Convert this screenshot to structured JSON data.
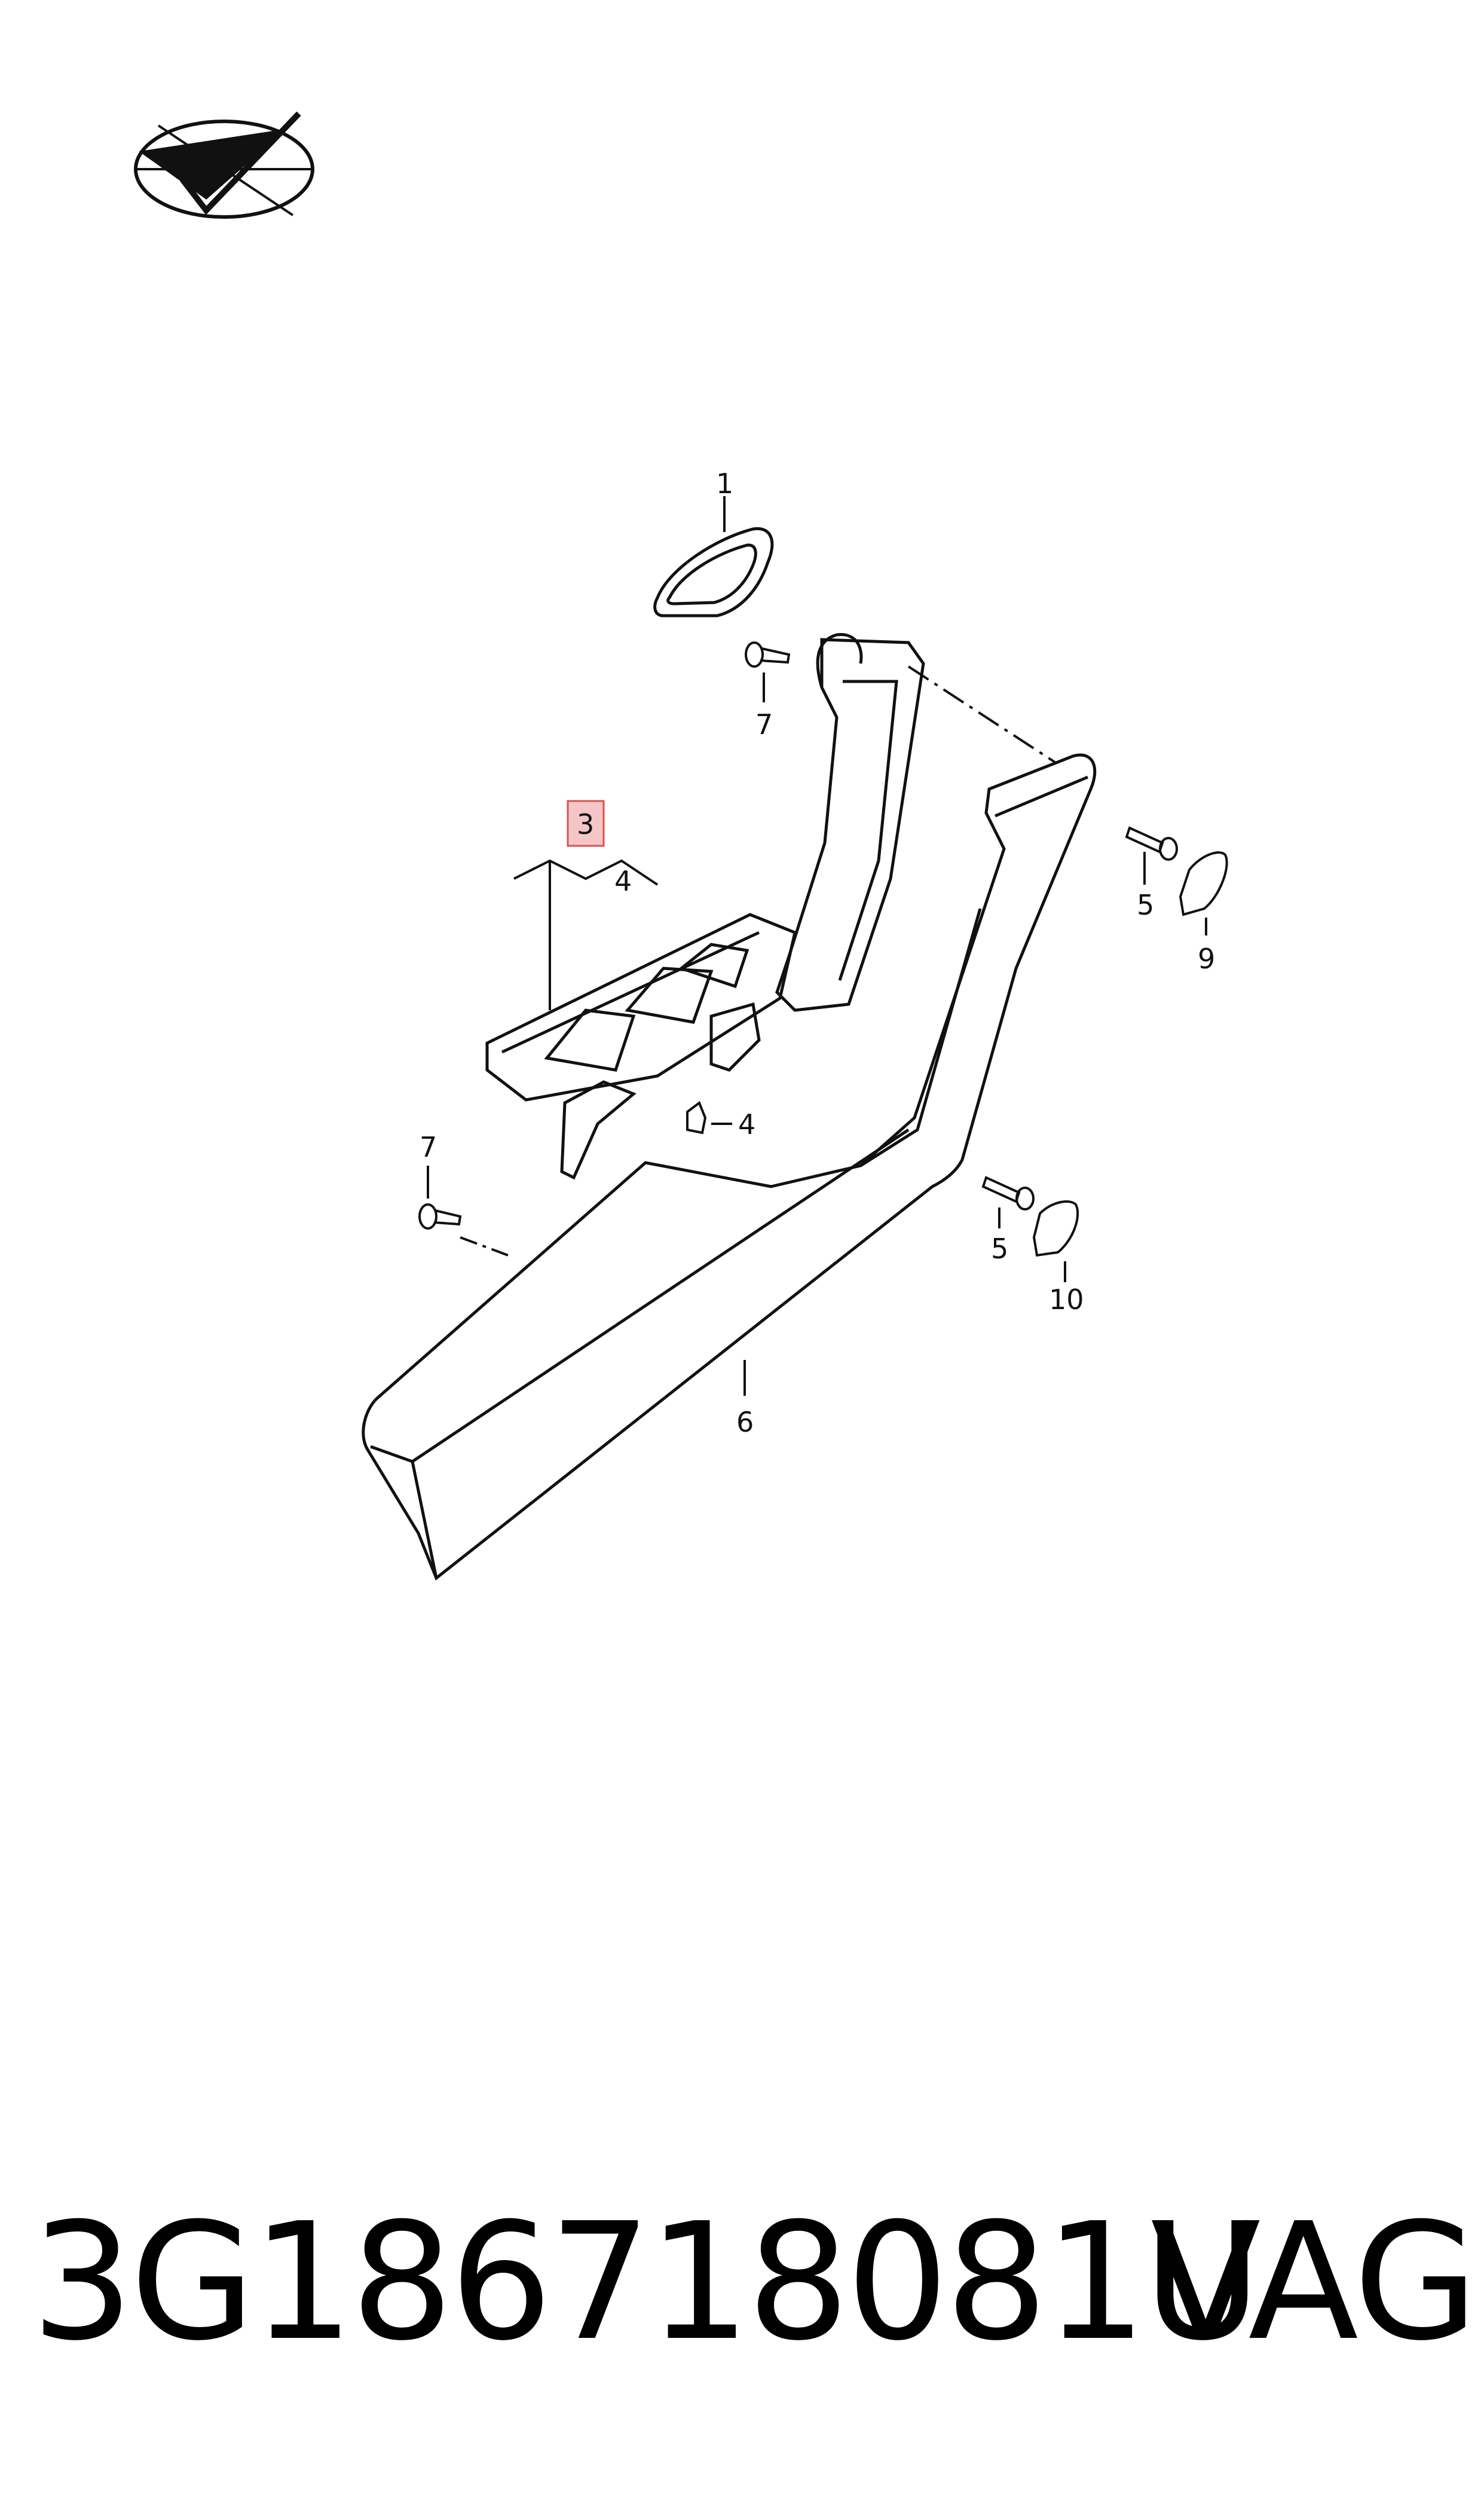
{
  "colors": {
    "line": "#111111",
    "highlight_fill": "#f4c6c8",
    "highlight_border": "#d9534f"
  },
  "logo": {
    "icon": "paper-plane-check-logo-icon"
  },
  "callouts": {
    "c1": "1",
    "c3": "3",
    "c4_upper": "4",
    "c4_clip": "4",
    "c5_upper": "5",
    "c5_lower": "5",
    "c6": "6",
    "c7_upper": "7",
    "c7_lower": "7",
    "c9": "9",
    "c10": "10"
  },
  "footer": {
    "part_number": "3G186718081U",
    "brand": "VAG"
  }
}
